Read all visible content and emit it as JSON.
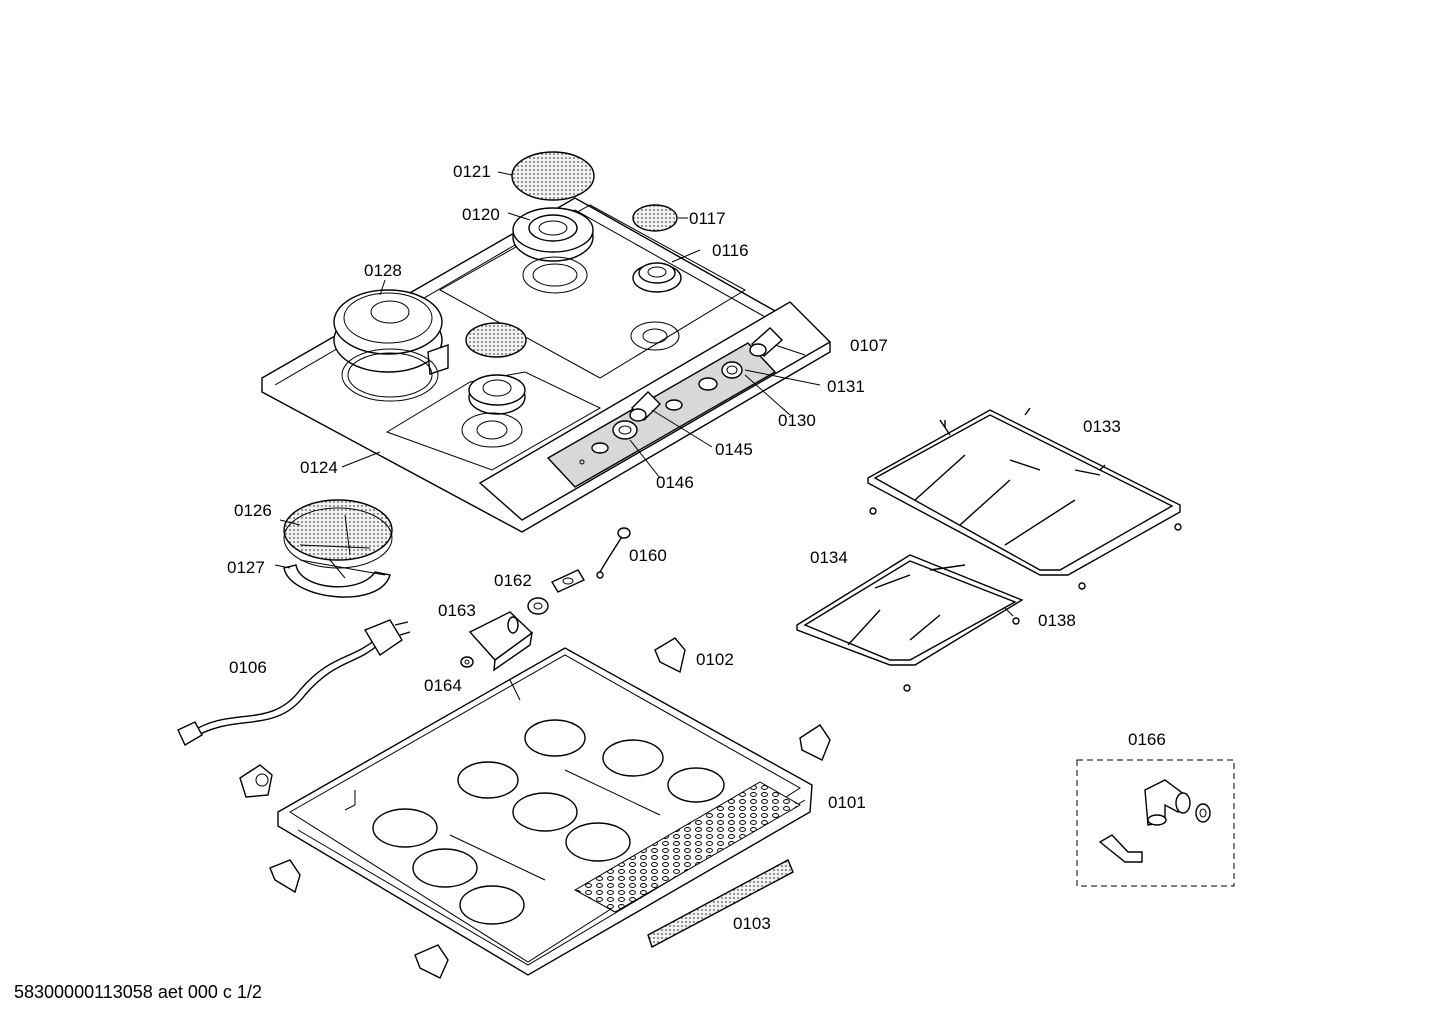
{
  "labels": {
    "p0121": "0121",
    "p0120": "0120",
    "p0117": "0117",
    "p0116": "0116",
    "p0128": "0128",
    "p0107": "0107",
    "p0131": "0131",
    "p0130": "0130",
    "p0145": "0145",
    "p0146": "0146",
    "p0124": "0124",
    "p0133": "0133",
    "p0126": "0126",
    "p0127": "0127",
    "p0160": "0160",
    "p0162": "0162",
    "p0134": "0134",
    "p0163": "0163",
    "p0138": "0138",
    "p0102": "0102",
    "p0106": "0106",
    "p0164": "0164",
    "p0166": "0166",
    "p0101": "0101",
    "p0103": "0103"
  },
  "footer": "58300000113058 aet 000 c 1/2"
}
